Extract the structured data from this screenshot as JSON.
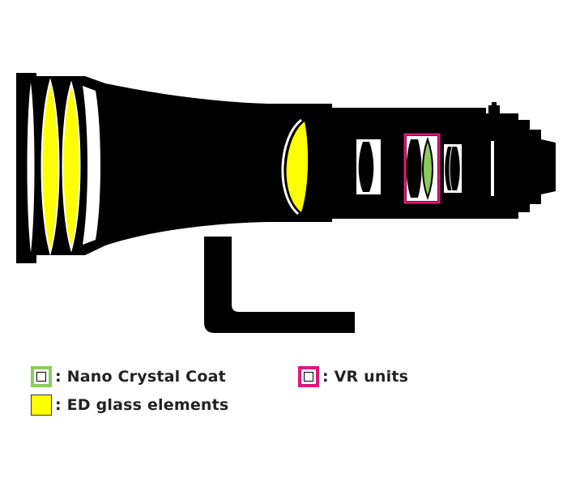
{
  "colors": {
    "background": "#ffffff",
    "lens_body": "#000000",
    "ed_glass": "#ffff00",
    "nano_crystal_coat": "#8ccc5c",
    "vr_units": "#e0177a",
    "plain_glass": "#ffffff"
  },
  "legend": {
    "nano": {
      "icon": "green-outline-square-icon",
      "label": ": Nano Crystal Coat"
    },
    "vr": {
      "icon": "magenta-outline-square-icon",
      "label": ": VR units"
    },
    "ed": {
      "icon": "yellow-filled-square-icon",
      "label": ": ED glass elements"
    }
  }
}
